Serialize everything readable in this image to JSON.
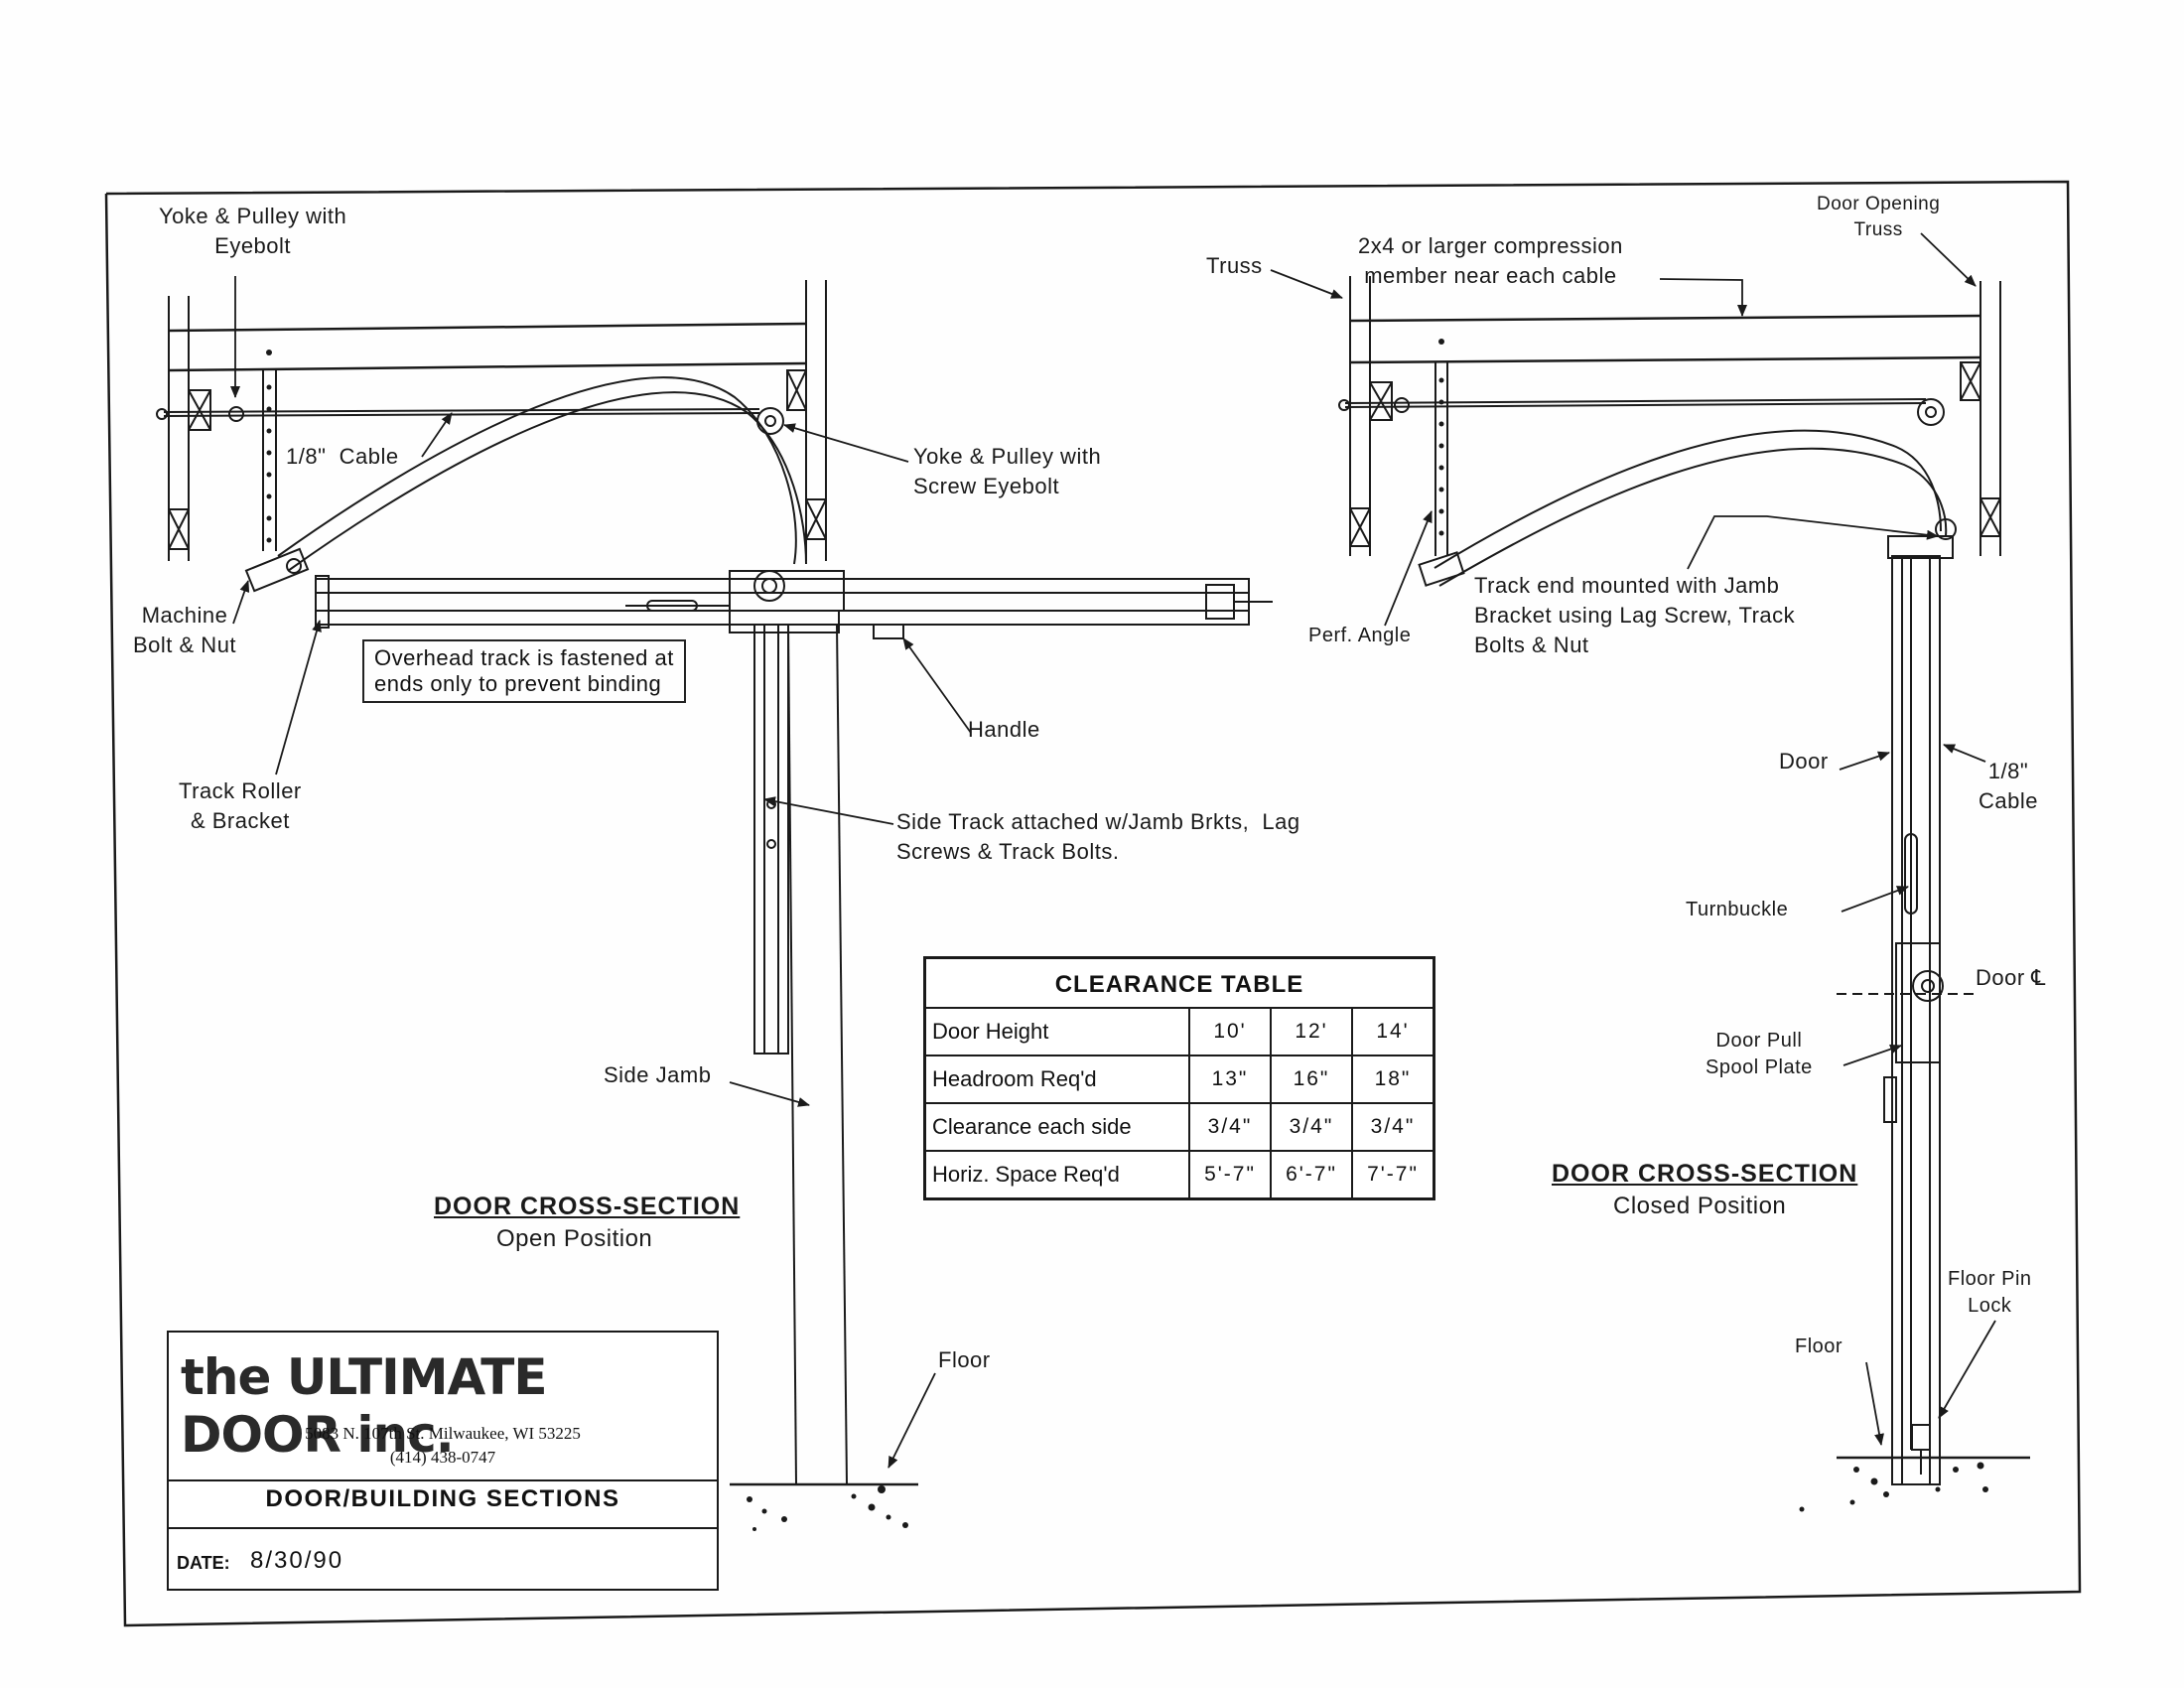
{
  "labels": {
    "yoke_eyebolt": "Yoke & Pulley with\nEyebolt",
    "cable_left": "1/8\"  Cable",
    "yoke_screw_eyebolt": "Yoke & Pulley with\nScrew Eyebolt",
    "machine_bolt": "Machine\nBolt & Nut",
    "overhead_note": "Overhead track is fastened at\nends only to prevent binding",
    "handle": "Handle",
    "track_roller": "Track Roller\n& Bracket",
    "side_track": "Side Track attached w/Jamb Brkts,  Lag\nScrews & Track Bolts.",
    "side_jamb": "Side Jamb",
    "floor_left": "Floor",
    "truss": "Truss",
    "compression_member": "2x4 or larger compression\nmember near each cable",
    "door_opening_truss": "Door Opening\nTruss",
    "perf_angle": "Perf. Angle",
    "track_end": "Track end mounted with Jamb\nBracket using Lag Screw, Track\nBolts & Nut",
    "door": "Door",
    "cable_right": "1/8\"\nCable",
    "turnbuckle": "Turnbuckle",
    "door_cl": "Door ℄",
    "door_pull": "Door Pull\nSpool Plate",
    "floor_pin_lock": "Floor Pin\nLock",
    "floor_right": "Floor"
  },
  "sections": {
    "open": {
      "title": "DOOR CROSS-SECTION",
      "subtitle": "Open Position"
    },
    "closed": {
      "title": "DOOR CROSS-SECTION",
      "subtitle": "Closed Position"
    }
  },
  "clearance_table": {
    "title": "CLEARANCE TABLE",
    "rows": [
      {
        "label": "Door Height",
        "values": [
          "10'",
          "12'",
          "14'"
        ]
      },
      {
        "label": "Headroom Req'd",
        "values": [
          "13\"",
          "16\"",
          "18\""
        ]
      },
      {
        "label": "Clearance each side",
        "values": [
          "3/4\"",
          "3/4\"",
          "3/4\""
        ]
      },
      {
        "label": "Horiz. Space Req'd",
        "values": [
          "5'-7\"",
          "6'-7\"",
          "7'-7\""
        ]
      }
    ]
  },
  "title_block": {
    "company": "the ULTIMATE DOOR inc.",
    "address_line1": "5083 N. 107th St.   Milwaukee, WI  53225",
    "address_line2": "(414) 438-0747",
    "drawing_title": "DOOR/BUILDING  SECTIONS",
    "date_label": "DATE:",
    "date": "8/30/90"
  }
}
